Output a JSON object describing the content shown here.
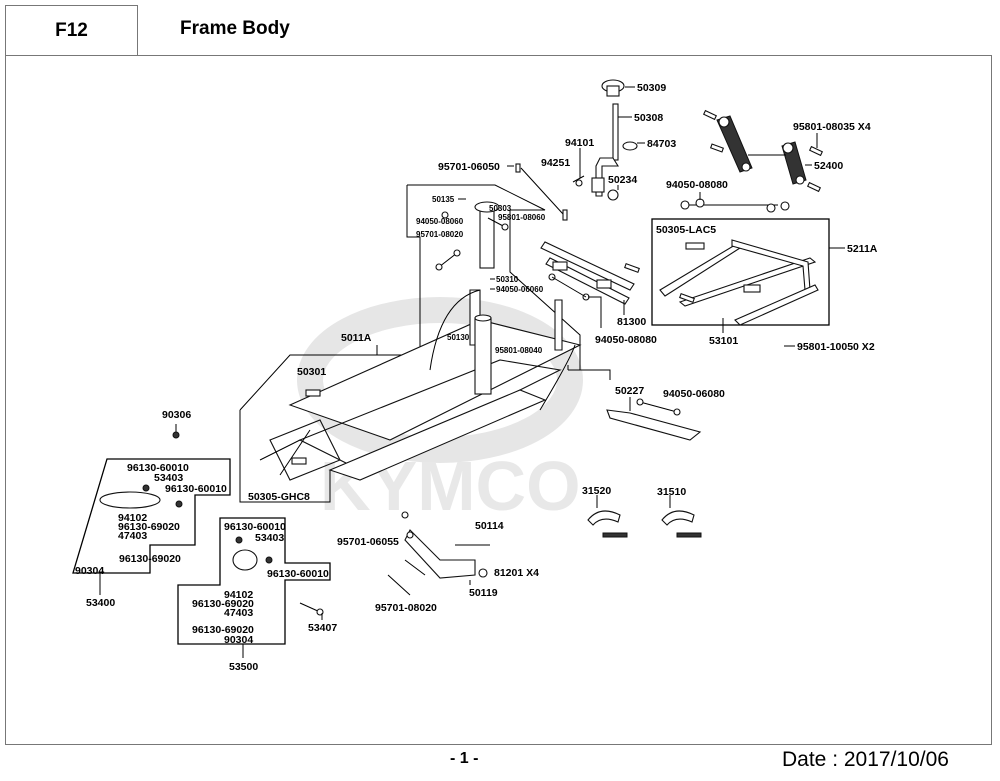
{
  "header": {
    "section_code": "F12",
    "title": "Frame Body"
  },
  "watermark": {
    "text": "KYMCO"
  },
  "footer": {
    "page_number": "- 1 -",
    "date": "Date : 2017/10/06"
  },
  "callouts": {
    "c50309": "50309",
    "c50308": "50308",
    "c84703": "84703",
    "c94101": "94101",
    "c94251": "94251",
    "c50234": "50234",
    "c95701_06050": "95701-06050",
    "c95801_08035": "95801-08035 X4",
    "c52400": "52400",
    "c94050_08080_top": "94050-08080",
    "c50305_lac5": "50305-LAC5",
    "c5211a": "5211A",
    "c53101": "53101",
    "c95801_10050": "95801-10050 X2",
    "c50135": "50135",
    "c50303": "50303",
    "c94050_08060": "94050-08060",
    "c95801_08060": "95801-08060",
    "c95701_08020_top": "95701-08020",
    "c50310": "50310",
    "c94050_06060": "94050-06060",
    "c81300": "81300",
    "c94050_08080_mid": "94050-08080",
    "c5011a": "5011A",
    "c50130": "50130",
    "c95801_08040": "95801-08040",
    "c50301": "50301",
    "c50227": "50227",
    "c94050_06080": "94050-06080",
    "c90306": "90306",
    "c50305_ghc8": "50305-GHC8",
    "c31520": "31520",
    "c31510": "31510",
    "c50114": "50114",
    "c95701_06055": "95701-06055",
    "c81201": "81201  X4",
    "c50119": "50119",
    "c95701_08020_bot": "95701-08020",
    "c53407": "53407",
    "g53400": {
      "title": "53400",
      "a": "96130-60010",
      "b": "53403",
      "c": "96130-60010",
      "d": "94102",
      "e": "96130-69020",
      "f": "47403",
      "g": "96130-69020",
      "h": "90304"
    },
    "g53500": {
      "title": "53500",
      "a": "96130-60010",
      "b": "53403",
      "c": "96130-60010",
      "d": "94102",
      "e": "96130-69020",
      "f": "47403",
      "g": "96130-69020",
      "h": "90304"
    }
  }
}
